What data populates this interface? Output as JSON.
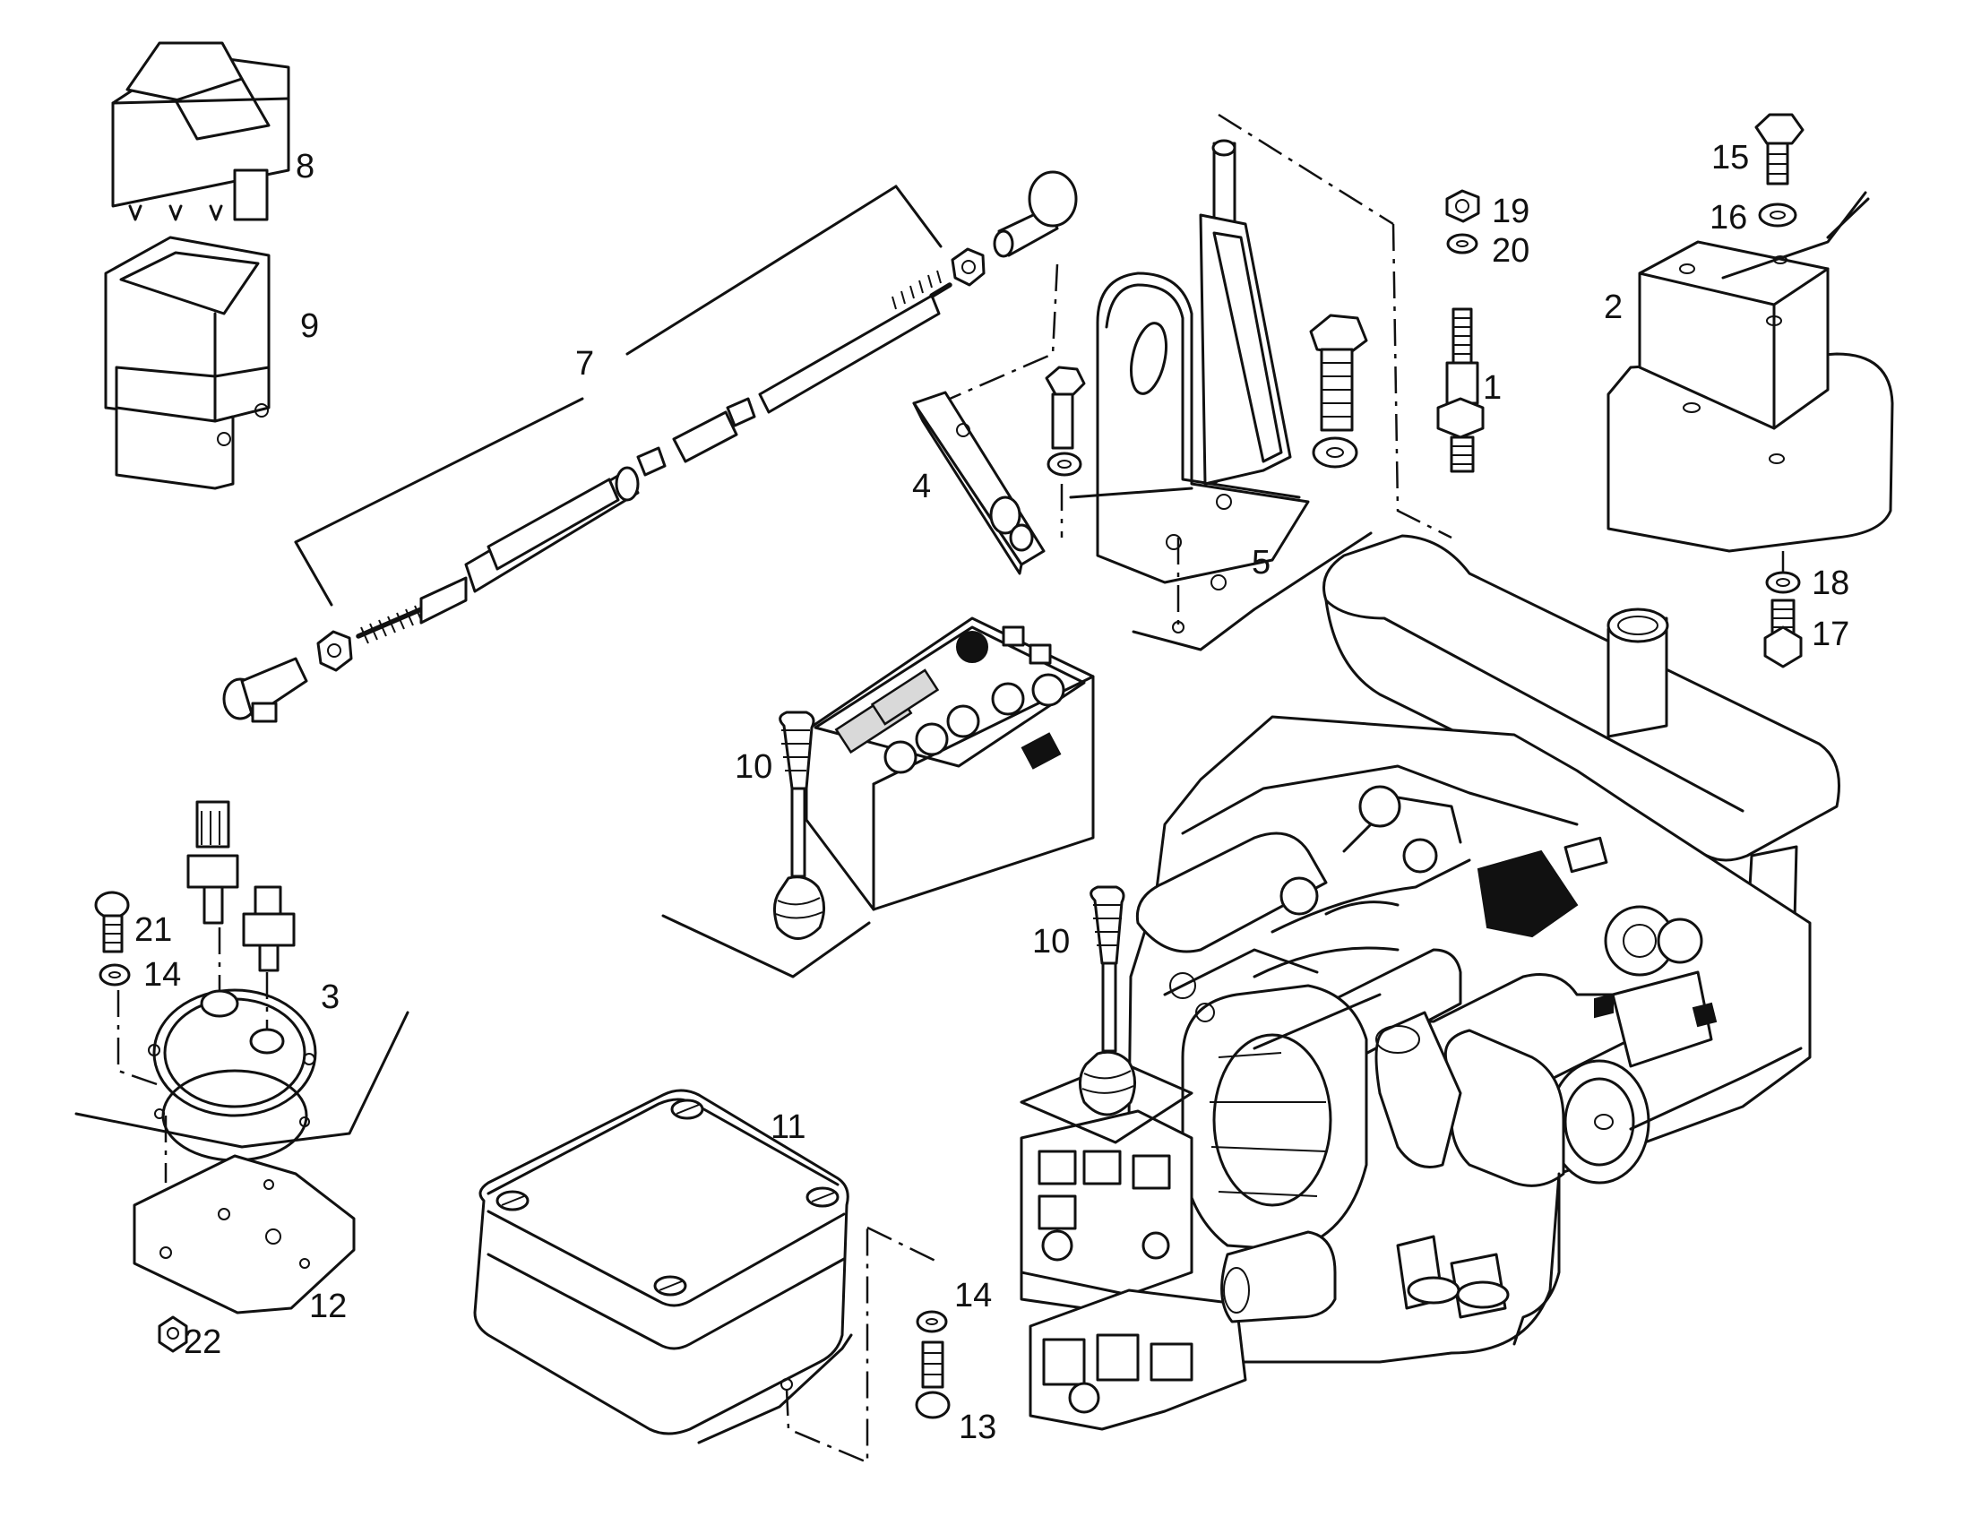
{
  "callouts": {
    "c1": "1",
    "c2": "2",
    "c3": "3",
    "c4": "4",
    "c5": "5",
    "c7": "7",
    "c8": "8",
    "c9": "9",
    "c10a": "10",
    "c10b": "10",
    "c11": "11",
    "c12": "12",
    "c13": "13",
    "c14a": "14",
    "c14b": "14",
    "c15": "15",
    "c16": "16",
    "c17": "17",
    "c18": "18",
    "c19": "19",
    "c20": "20",
    "c21": "21",
    "c22": "22"
  }
}
